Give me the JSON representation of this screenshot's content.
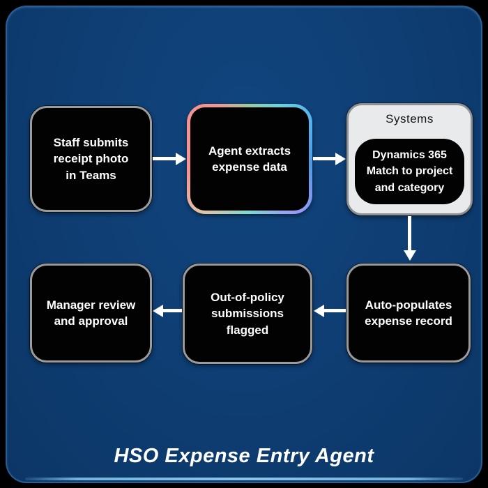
{
  "title": "HSO Expense Entry Agent",
  "panel": {
    "outer_background": "#000000",
    "background": "#0e3d72",
    "edge_highlight": "#74b4dc"
  },
  "colors": {
    "node_fill": "#020202",
    "node_border": "#9b9b9b",
    "node_text": "#ffffff",
    "systems_fill": "#e9eaec",
    "arrow": "#ffffff",
    "gradient_border": [
      "#f49392",
      "#9ccaa0",
      "#58b5ee",
      "#4f9ae2",
      "#9b9bf4",
      "#7fd8cf",
      "#e3c3a4"
    ]
  },
  "nodes": [
    {
      "id": "staff-submits",
      "label": "Staff submits\nreceipt photo\nin Teams"
    },
    {
      "id": "agent-extracts",
      "label": "Agent extracts\nexpense data",
      "border": "gradient"
    },
    {
      "id": "auto-populates",
      "label": "Auto-populates\nexpense record"
    },
    {
      "id": "out-of-policy",
      "label": "Out-of-policy\nsubmissions flagged"
    },
    {
      "id": "manager-review",
      "label": "Manager review\nand approval"
    }
  ],
  "systems_group": {
    "label": "Systems",
    "node": {
      "id": "dynamics-365",
      "label": "Dynamics 365\nMatch to project\nand category"
    }
  },
  "arrows": [
    {
      "from": "staff-submits",
      "to": "agent-extracts",
      "direction": "right"
    },
    {
      "from": "agent-extracts",
      "to": "systems",
      "direction": "right"
    },
    {
      "from": "systems",
      "to": "auto-populates",
      "direction": "down"
    },
    {
      "from": "auto-populates",
      "to": "out-of-policy",
      "direction": "left"
    },
    {
      "from": "out-of-policy",
      "to": "manager-review",
      "direction": "left"
    }
  ]
}
